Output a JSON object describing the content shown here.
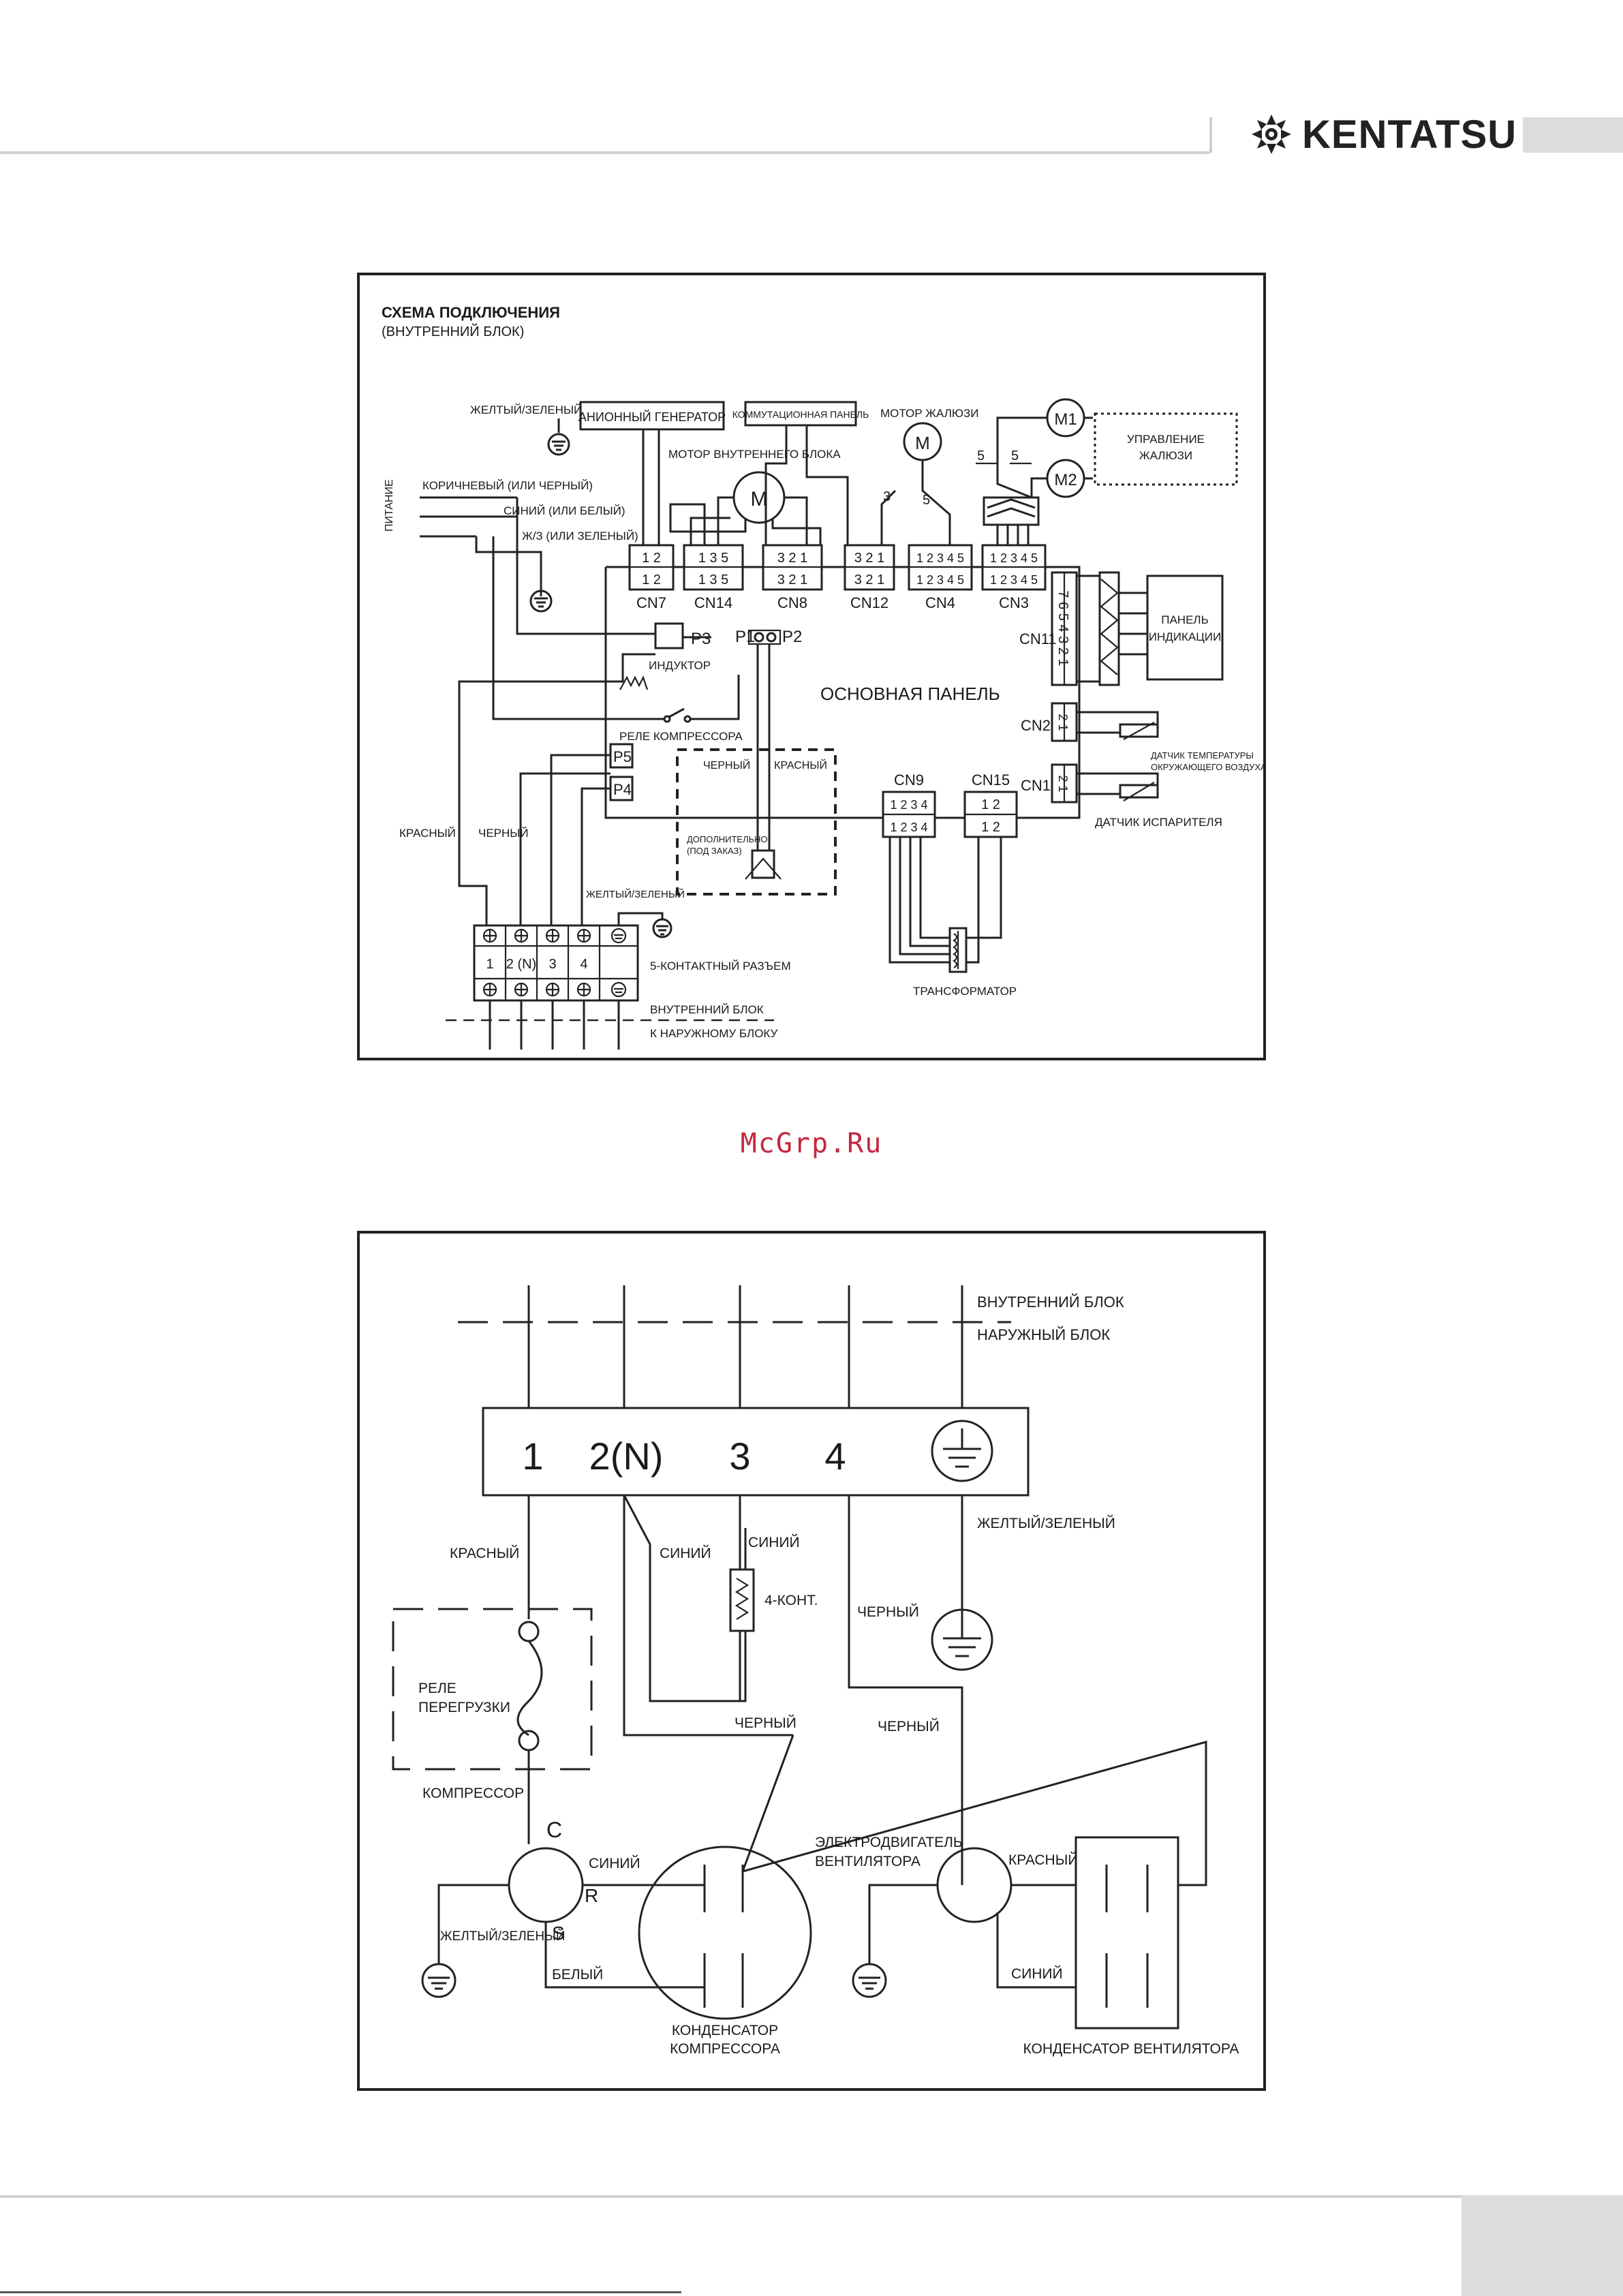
{
  "header": {
    "brand": "KENTATSU"
  },
  "watermark": "McGrp.Ru",
  "indoor": {
    "title": "СХЕМА ПОДКЛЮЧЕНИЯ",
    "subtitle": "(ВНУТРЕННИЙ БЛОК)",
    "power": "ПИТАНИЕ",
    "brown_wire": "КОРИЧНЕВЫЙ (ИЛИ ЧЕРНЫЙ)",
    "blue_wire": "СИНИЙ (ИЛИ БЕЛЫЙ)",
    "yg_short": "Ж/З (ИЛИ ЗЕЛЕНЫЙ)",
    "yellow_green": "ЖЕЛТЫЙ/ЗЕЛЕНЫЙ",
    "anion": "АНИОННЫЙ ГЕНЕРАТОР",
    "switch_panel": "КОММУТАЦИОННАЯ ПАНЕЛЬ",
    "louver_motor": "МОТОР ЖАЛЮЗИ",
    "indoor_motor": "МОТОР ВНУТРЕННЕГО БЛОКА",
    "louver_control": [
      "УПРАВЛЕНИЕ",
      "ЖАЛЮЗИ"
    ],
    "motor_m": "M",
    "motor_m1": "M1",
    "motor_m2": "M2",
    "num_5": "5",
    "num_3": "3",
    "cn7": "CN7",
    "cn14": "CN14",
    "cn8": "CN8",
    "cn12": "CN12",
    "cn4": "CN4",
    "cn3": "CN3",
    "cn11": "CN11",
    "cn2": "CN2",
    "cn1": "CN1",
    "cn9": "CN9",
    "cn15": "CN15",
    "pins_12": "1  2",
    "pins_135": "1  3  5",
    "pins_321": "3  2  1",
    "pins_12345": "1 2 3 4 5",
    "pins_1234": "1 2 3 4",
    "pins_21": "2 1",
    "pins_7654321": "7 6 5 4 3 2 1",
    "p3": "P3",
    "p1": "P1",
    "p2": "P2",
    "p4": "P4",
    "p5": "P5",
    "inductor": "ИНДУКТОР",
    "relay": "РЕЛЕ КОМПРЕССОРА",
    "main_board": "ОСНОВНАЯ ПАНЕЛЬ",
    "display_panel": [
      "ПАНЕЛЬ",
      "ИНДИКАЦИИ"
    ],
    "ambient_sensor": [
      "ДАТЧИК ТЕМПЕРАТУРЫ",
      "ОКРУЖАЮЩЕГО ВОЗДУХА"
    ],
    "evap_sensor": "ДАТЧИК ИСПАРИТЕЛЯ",
    "black": "ЧЕРНЫЙ",
    "red": "КРАСНЫЙ",
    "optional": [
      "ДОПОЛНИТЕЛЬНО",
      "(ПОД ЗАКАЗ)"
    ],
    "five_pin": "5-КОНТАКТНЫЙ РАЗЪЕМ",
    "terminals": [
      "1",
      "2 (N)",
      "3",
      "4"
    ],
    "transformer": "ТРАНСФОРМАТОР",
    "indoor_unit": "ВНУТРЕННИЙ БЛОК",
    "to_outdoor": "К НАРУЖНОМУ БЛОКУ"
  },
  "outdoor": {
    "indoor_unit": "ВНУТРЕННИЙ БЛОК",
    "outdoor_unit": "НАРУЖНЫЙ БЛОК",
    "terminals": [
      "1",
      "2(N)",
      "3",
      "4"
    ],
    "red": "КРАСНЫЙ",
    "blue": "СИНИЙ",
    "four_way": "4-КОНТ.",
    "yellow_green": "ЖЕЛТЫЙ/ЗЕЛЕНЫЙ",
    "black": "ЧЕРНЫЙ",
    "overload": [
      "РЕЛЕ",
      "ПЕРЕГРУЗКИ"
    ],
    "compressor": "КОМПРЕССОР",
    "c": "C",
    "r": "R",
    "s": "S",
    "white": "БЕЛЫЙ",
    "comp_cap": [
      "КОНДЕНСАТОР",
      "КОМПРЕССОРА"
    ],
    "fan_motor": [
      "ЭЛЕКТРОДВИГАТЕЛЬ",
      "ВЕНТИЛЯТОРА"
    ],
    "fan_cap": "КОНДЕНСАТОР ВЕНТИЛЯТОРА"
  }
}
